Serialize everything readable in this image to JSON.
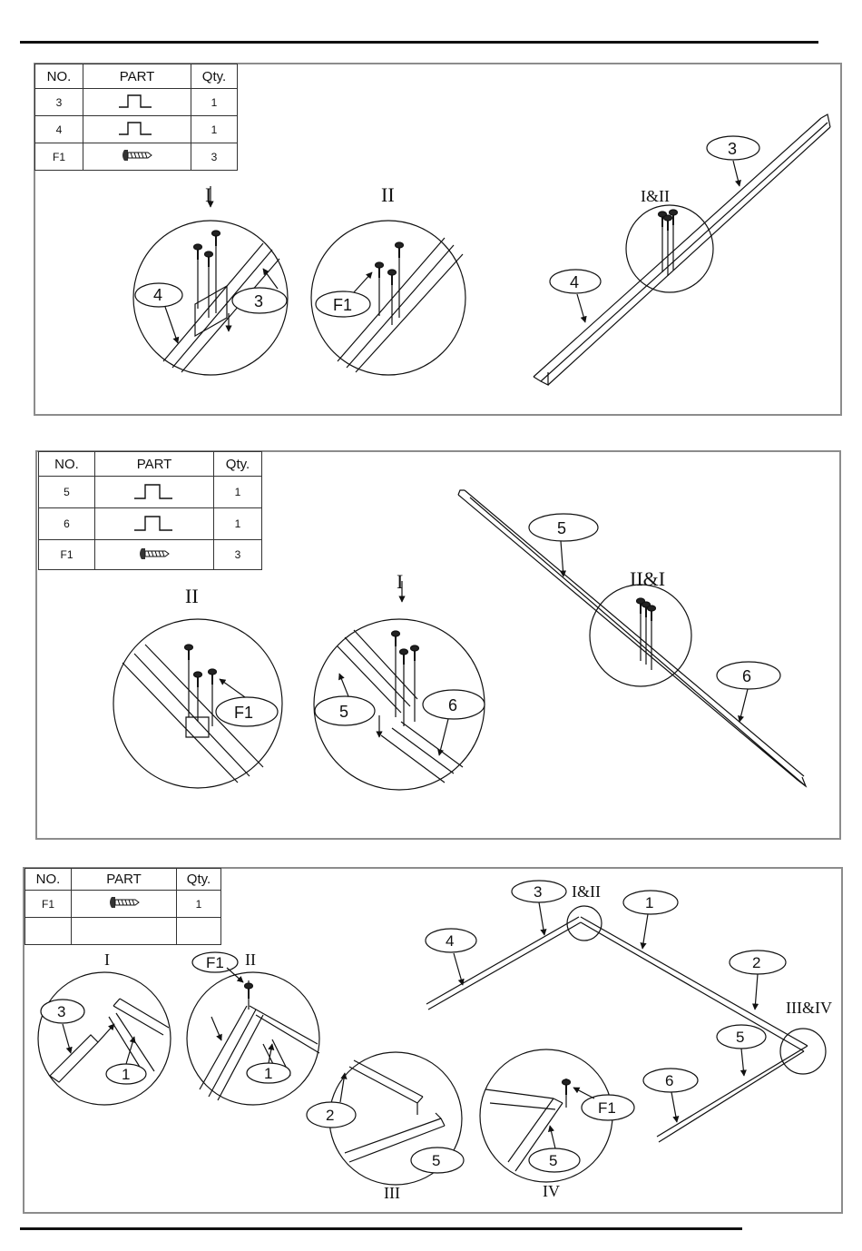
{
  "table_headers": {
    "no": "NO.",
    "part": "PART",
    "qty": "Qty."
  },
  "step1": {
    "rows": [
      {
        "no": "3",
        "part_icon": "rail-profile-icon",
        "qty": "1"
      },
      {
        "no": "4",
        "part_icon": "rail-profile-icon",
        "qty": "1"
      },
      {
        "no": "F1",
        "part_icon": "screw-icon",
        "qty": "3"
      }
    ],
    "detail_titles": [
      "I",
      "II",
      "I&II"
    ],
    "callouts": {
      "d1_a": "4",
      "d1_b": "3",
      "d2_a": "F1",
      "main_a": "3",
      "main_b": "4"
    }
  },
  "step2": {
    "rows": [
      {
        "no": "5",
        "part_icon": "rail-profile-icon",
        "qty": "1"
      },
      {
        "no": "6",
        "part_icon": "rail-profile-icon",
        "qty": "1"
      },
      {
        "no": "F1",
        "part_icon": "screw-icon",
        "qty": "3"
      }
    ],
    "detail_titles": [
      "II",
      "I",
      "II&I"
    ],
    "callouts": {
      "d1_a": "F1",
      "d2_a": "5",
      "d2_b": "6",
      "main_a": "5",
      "main_b": "6"
    }
  },
  "step3": {
    "rows": [
      {
        "no": "F1",
        "part_icon": "screw-icon",
        "qty": "1"
      },
      {
        "no": "",
        "part_icon": "",
        "qty": ""
      }
    ],
    "detail_titles": [
      "I",
      "II",
      "III",
      "IV",
      "I&II",
      "III&IV"
    ],
    "callouts": {
      "d1_a": "3",
      "d1_b": "1",
      "d2_a": "F1",
      "d2_b": "1",
      "d3_a": "2",
      "d3_b": "5",
      "d4_a": "F1",
      "d4_b": "5",
      "main_3": "3",
      "main_4": "4",
      "main_1": "1",
      "main_2": "2",
      "main_5": "5",
      "main_6": "6"
    }
  }
}
